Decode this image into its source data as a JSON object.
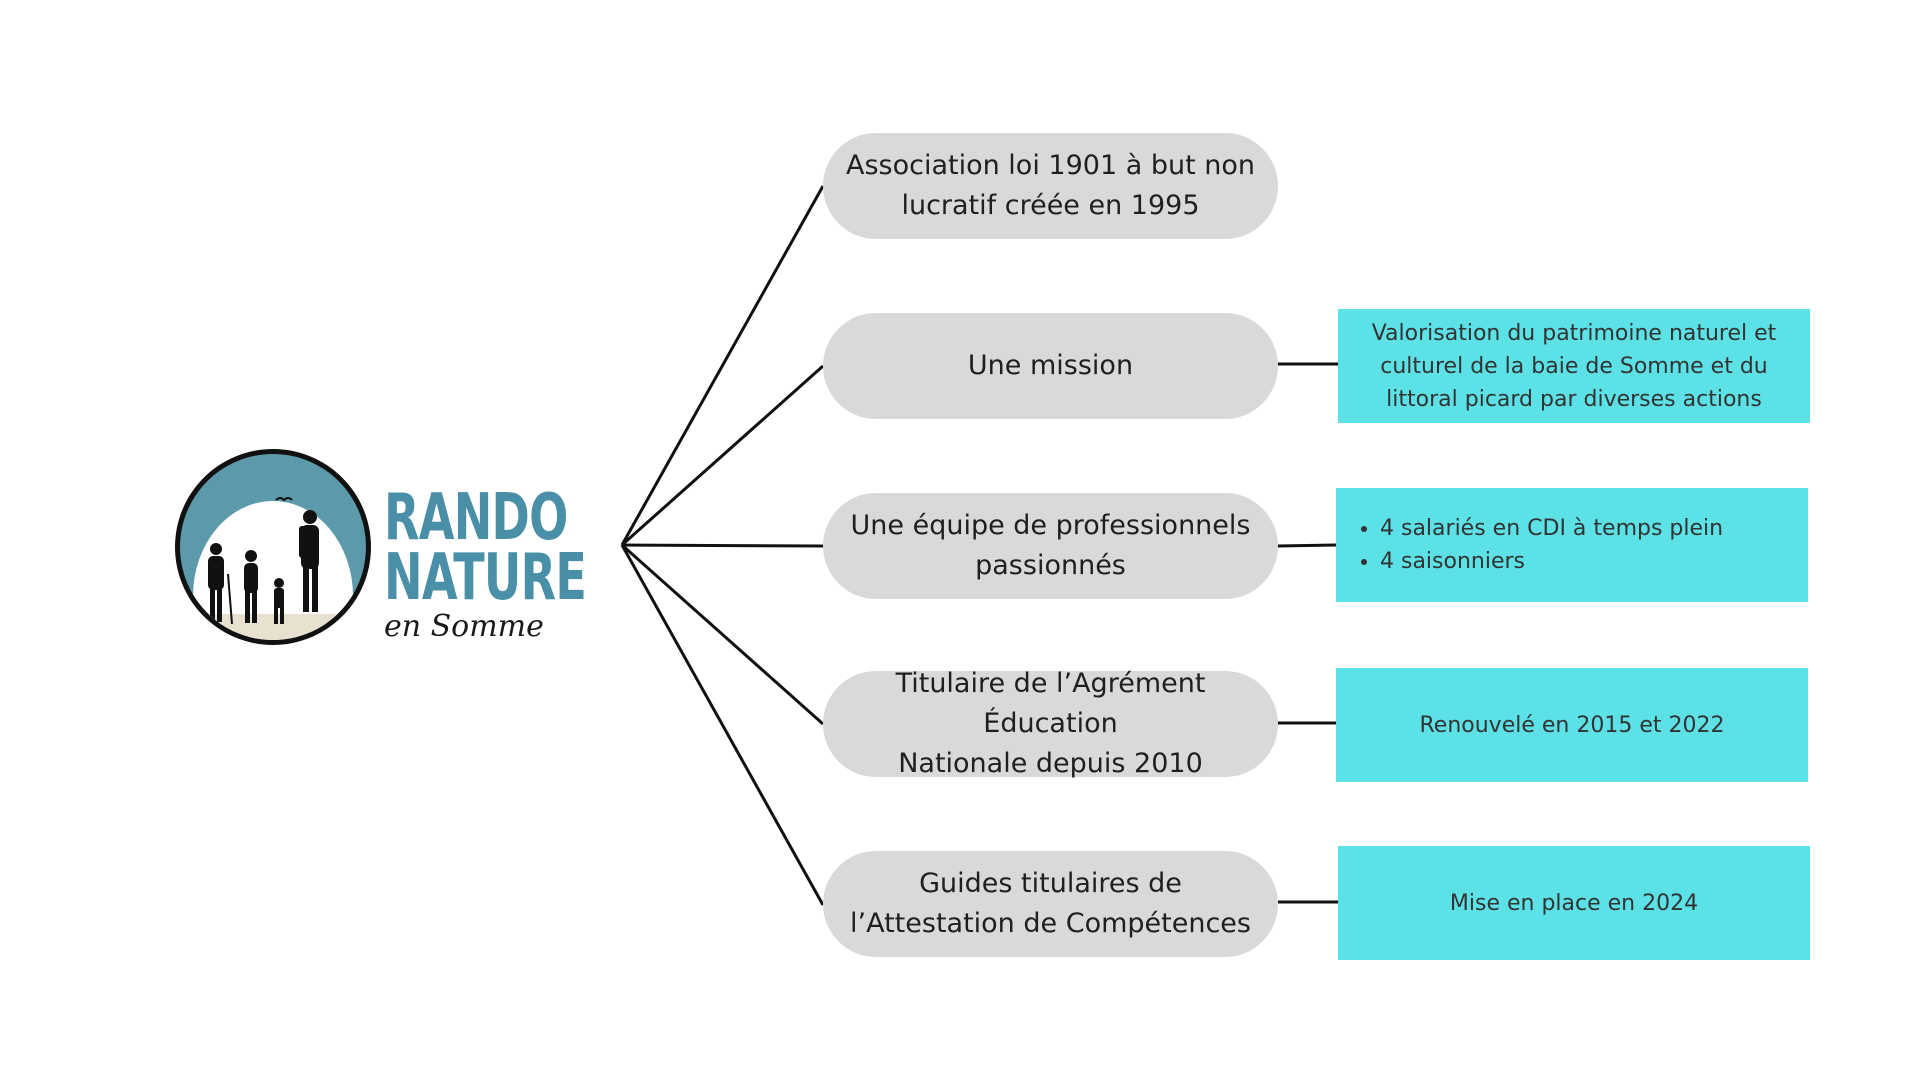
{
  "logo": {
    "line1": "RANDO",
    "line2": "NATURE",
    "subline": "en Somme",
    "brand_color": "#4a8fa8"
  },
  "items": [
    {
      "label": "Association loi 1901 à but non\nlucratif créée en 1995"
    },
    {
      "label": "Une mission",
      "detail": "Valorisation du patrimoine naturel et culturel de la baie de Somme et du littoral picard par diverses actions"
    },
    {
      "label": "Une  équipe de professionnels\npassionnés",
      "detail_list": [
        "4 salariés en CDI à temps plein",
        "4 saisonniers"
      ]
    },
    {
      "label": "Titulaire de l’Agrément Éducation\nNationale depuis 2010",
      "detail": "Renouvelé en 2015 et 2022"
    },
    {
      "label": "Guides titulaires de\nl’Attestation de Compétences",
      "detail": "Mise en place en 2024"
    }
  ],
  "colors": {
    "pill_fill": "#d9d9d9",
    "detail_fill": "#5ce1e6",
    "connector": "#111111"
  }
}
